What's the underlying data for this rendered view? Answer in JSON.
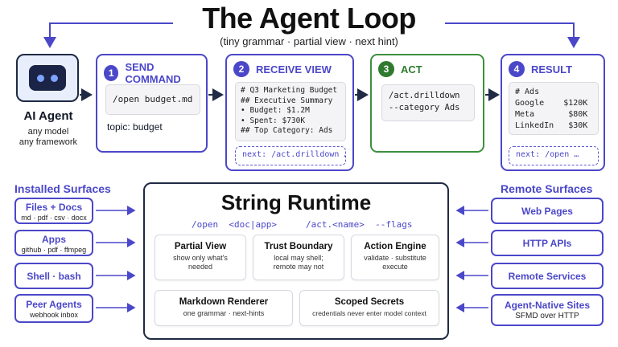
{
  "title": "The Agent Loop",
  "subtitle": "(tiny grammar  · partial view · next hint)",
  "agent": {
    "name": "AI Agent",
    "line1": "any model",
    "line2": "any framework",
    "icon": "robot-icon"
  },
  "steps": [
    {
      "num": "1",
      "label": "SEND COMMAND",
      "code": "/open budget.md",
      "note": "topic: budget"
    },
    {
      "num": "2",
      "label": "RECEIVE VIEW",
      "code": "# Q3 Marketing Budget\n## Executive Summary\n• Budget: $1.2M\n• Spent: $730K\n## Top Category: Ads",
      "hint": "next: /act.drilldown …"
    },
    {
      "num": "3",
      "label": "ACT",
      "code": "/act.drilldown\n--category Ads"
    },
    {
      "num": "4",
      "label": "RESULT",
      "code": "# Ads\nGoogle    $120K\nMeta       $80K\nLinkedIn   $30K",
      "hint": "next: /open …"
    }
  ],
  "installed": {
    "title": "Installed Surfaces",
    "items": [
      {
        "main": "Files + Docs",
        "sub": "md · pdf · csv · docx"
      },
      {
        "main": "Apps",
        "sub": "github · pdf · ffmpeg"
      },
      {
        "main": "Shell · bash",
        "sub": ""
      },
      {
        "main": "Peer Agents",
        "sub": "webhook inbox"
      }
    ]
  },
  "remote": {
    "title": "Remote Surfaces",
    "items": [
      {
        "main": "Web Pages",
        "sub": ""
      },
      {
        "main": "HTTP APIs",
        "sub": ""
      },
      {
        "main": "Remote Services",
        "sub": ""
      },
      {
        "main": "Agent-Native Sites",
        "sub": "SFMD over HTTP"
      }
    ]
  },
  "runtime": {
    "title": "String Runtime",
    "syntax_left": "/open  <doc|app>",
    "syntax_right": "/act.<name>  --flags",
    "modules": [
      {
        "title": "Partial View",
        "desc": "show only what's needed"
      },
      {
        "title": "Trust Boundary",
        "desc": "local may shell;\nremote may not"
      },
      {
        "title": "Action Engine",
        "desc": "validate · substitute\nexecute"
      },
      {
        "title": "Markdown Renderer",
        "desc": "one grammar · next-hints"
      },
      {
        "title": "Scoped Secrets",
        "desc": "credentials never enter model context"
      }
    ]
  },
  "colors": {
    "accent": "#4b47c9",
    "act": "#2f7a2f",
    "dark": "#1f2a44"
  }
}
